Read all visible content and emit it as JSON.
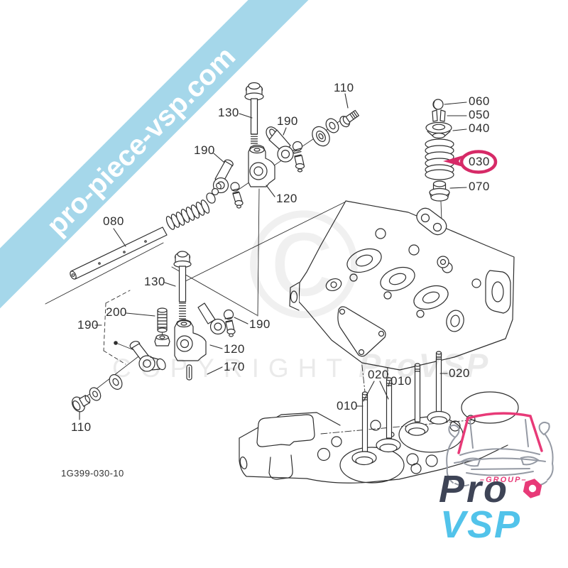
{
  "banner": {
    "text": "pro-piece-vsp.com",
    "bg_color": "#a5d7ea",
    "text_color": "#ffffff"
  },
  "watermark": {
    "symbol": "©",
    "copyright": "COPYRIGHT",
    "brand": "ProVSP"
  },
  "diagram": {
    "drawing_code": "1G399-030-10",
    "highlight_color": "#d62a67",
    "highlighted_part": "030",
    "labels": [
      {
        "part": "130"
      },
      {
        "part": "110"
      },
      {
        "part": "190"
      },
      {
        "part": "190"
      },
      {
        "part": "120"
      },
      {
        "part": "080"
      },
      {
        "part": "130"
      },
      {
        "part": "200"
      },
      {
        "part": "190"
      },
      {
        "part": "190"
      },
      {
        "part": "120"
      },
      {
        "part": "170"
      },
      {
        "part": "110"
      },
      {
        "part": "060"
      },
      {
        "part": "050"
      },
      {
        "part": "040"
      },
      {
        "part": "030"
      },
      {
        "part": "070"
      },
      {
        "part": "020"
      },
      {
        "part": "010"
      },
      {
        "part": "020"
      },
      {
        "part": "010"
      }
    ]
  },
  "logo": {
    "group_label": "–GROUP–",
    "name_line1": "Pro",
    "name_line2": "VSP",
    "dark_color": "#3e4456",
    "blue_color": "#52c3ea",
    "pink_color": "#e83a78"
  }
}
